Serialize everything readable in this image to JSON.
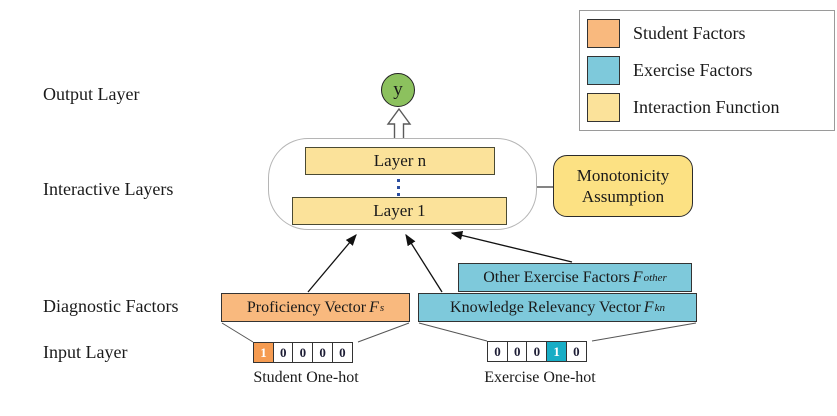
{
  "figure": {
    "type": "architecture-diagram",
    "description": "Neural cognitive diagnosis framework: one-hot inputs through diagnostic factors into interactive layers producing output y"
  },
  "palette": {
    "student_factor": "#F9B97E",
    "student_hot": "#F59B51",
    "exercise_factor": "#7EC9DB",
    "exercise_hot": "#18ADC5",
    "interaction_function": "#FBE29A",
    "monotonicity": "#FCE183",
    "output_node": "#8CC15E",
    "ellipsis_dots": "#2B4EA0"
  },
  "row_labels": {
    "output": "Output Layer",
    "interactive": "Interactive Layers",
    "diagnostic": "Diagnostic Factors",
    "input": "Input Layer"
  },
  "legend": {
    "items": [
      {
        "label": "Student Factors",
        "color": "#F9B97E"
      },
      {
        "label": "Exercise Factors",
        "color": "#7EC9DB"
      },
      {
        "label": "Interaction Function",
        "color": "#FBE29A"
      }
    ]
  },
  "output_node": {
    "label": "y",
    "color": "#8CC15E"
  },
  "interactive_layers": {
    "top_label": "Layer n",
    "bottom_label": "Layer 1",
    "ellipsis_symbol": "⋮"
  },
  "monotonicity": {
    "line1": "Monotonicity",
    "line2": "Assumption"
  },
  "diagnostic_boxes": {
    "proficiency": {
      "text": "Proficiency Vector",
      "symbol": "F",
      "sup": "s",
      "color": "#F9B97E"
    },
    "other_exercise": {
      "text": "Other Exercise Factors",
      "symbol": "F",
      "sup": "other",
      "color": "#7EC9DB"
    },
    "knowledge": {
      "text": "Knowledge Relevancy Vector",
      "symbol": "F",
      "sup": "kn",
      "color": "#7EC9DB"
    }
  },
  "input_layer": {
    "student": {
      "cells": [
        "1",
        "0",
        "0",
        "0",
        "0"
      ],
      "hot_index": 0,
      "hot_color": "#F59B51",
      "caption": "Student One-hot"
    },
    "exercise": {
      "cells": [
        "0",
        "0",
        "0",
        "1",
        "0"
      ],
      "hot_index": 3,
      "hot_color": "#18ADC5",
      "caption": "Exercise One-hot"
    }
  }
}
